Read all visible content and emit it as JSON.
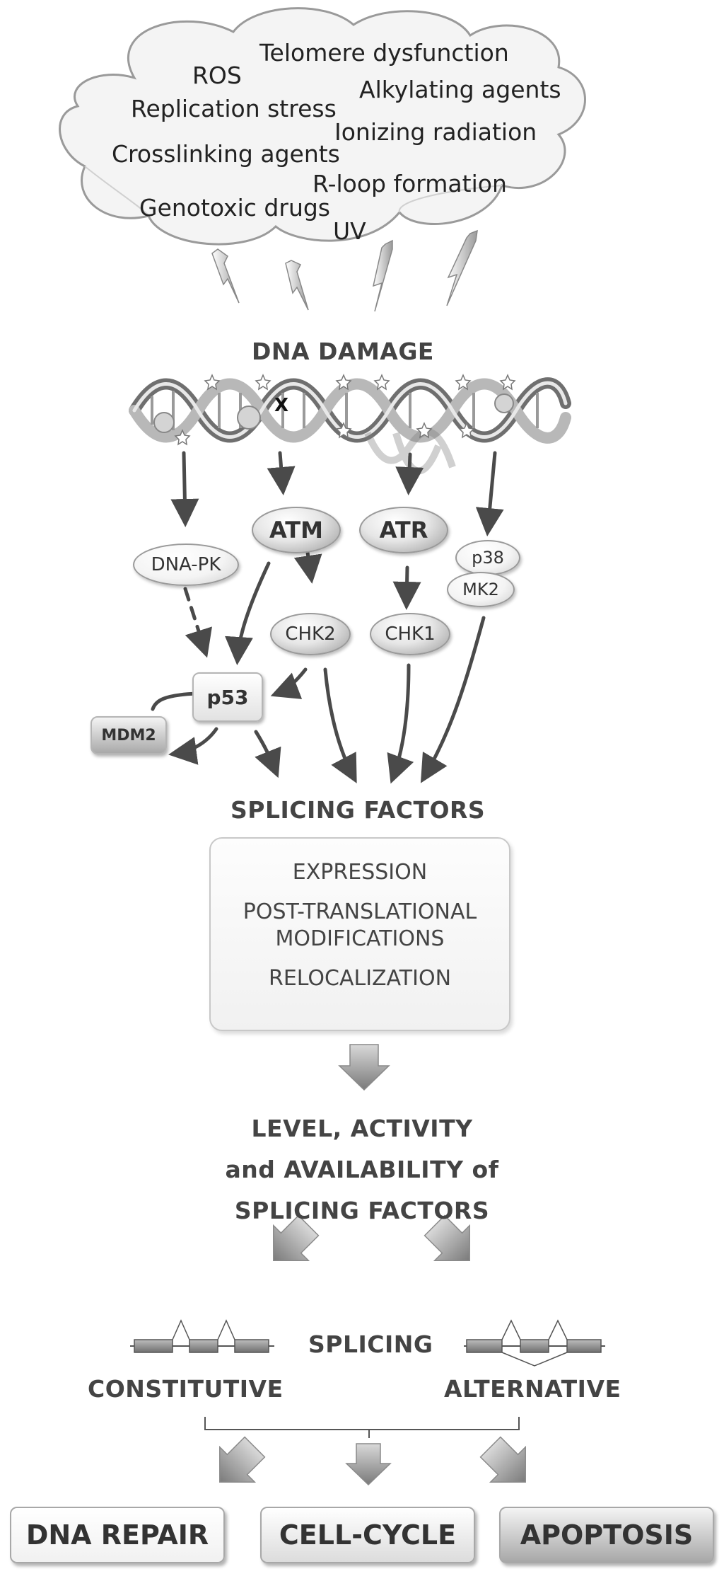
{
  "cloud": {
    "items": [
      "Telomere dysfunction",
      "ROS",
      "Alkylating agents",
      "Replication stress",
      "Ionizing radiation",
      "Crosslinking agents",
      "R-loop formation",
      "Genotoxic drugs",
      "UV"
    ]
  },
  "dna_damage": {
    "label": "DNA DAMAGE",
    "break_mark": "X"
  },
  "kinases": {
    "dnapk": "DNA-PK",
    "atm": "ATM",
    "atr": "ATR",
    "p38": "p38",
    "mk2": "MK2",
    "chk2": "CHK2",
    "chk1": "CHK1",
    "p53": "p53",
    "mdm2": "MDM2"
  },
  "splicing_factors": {
    "label": "SPLICING FACTORS",
    "box_lines": [
      "EXPRESSION",
      "POST-TRANSLATIONAL",
      "MODIFICATIONS",
      "RELOCALIZATION"
    ]
  },
  "level_activity": {
    "lines": [
      "LEVEL, ACTIVITY",
      "and AVAILABILITY of",
      "SPLICING FACTORS"
    ]
  },
  "splicing": {
    "label": "SPLICING",
    "constitutive": "CONSTITUTIVE",
    "alternative": "ALTERNATIVE"
  },
  "outcomes": {
    "dna_repair": "DNA REPAIR",
    "cell_cycle": "CELL-CYCLE",
    "apoptosis": "APOPTOSIS"
  }
}
